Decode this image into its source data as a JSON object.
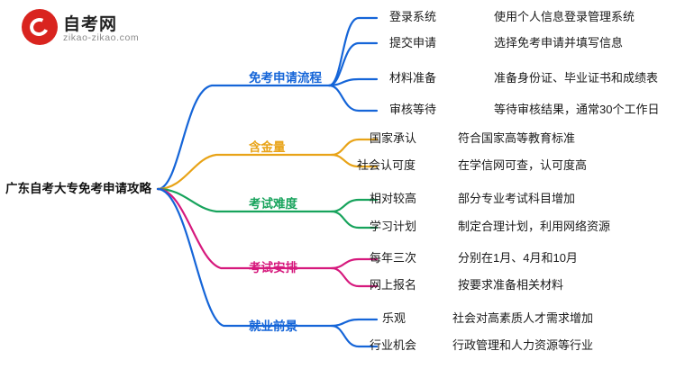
{
  "logo": {
    "brand": "自考网",
    "domain": "zikao-zikao.com",
    "mark": "swoosh-circle-icon"
  },
  "mindmap": {
    "root": "广东自考大专免考申请攻略",
    "branches": [
      {
        "label": "免考申请流程",
        "color": "#1565d8",
        "children": [
          {
            "label": "登录系统",
            "detail": "使用个人信息登录管理系统"
          },
          {
            "label": "提交申请",
            "detail": "选择免考申请并填写信息"
          },
          {
            "label": "材料准备",
            "detail": "准备身份证、毕业证书和成绩表"
          },
          {
            "label": "审核等待",
            "detail": "等待审核结果，通常30个工作日"
          }
        ]
      },
      {
        "label": "含金量",
        "color": "#e8a317",
        "children": [
          {
            "label": "国家承认",
            "detail": "符合国家高等教育标准"
          },
          {
            "label": "社会认可度",
            "detail": "在学信网可查，认可度高"
          }
        ]
      },
      {
        "label": "考试难度",
        "color": "#17a35c",
        "children": [
          {
            "label": "相对较高",
            "detail": "部分专业考试科目增加"
          },
          {
            "label": "学习计划",
            "detail": "制定合理计划，利用网络资源"
          }
        ]
      },
      {
        "label": "考试安排",
        "color": "#d6197d",
        "children": [
          {
            "label": "每年三次",
            "detail": "分别在1月、4月和10月"
          },
          {
            "label": "网上报名",
            "detail": "按要求准备相关材料"
          }
        ]
      },
      {
        "label": "就业前景",
        "color": "#1565d8",
        "children": [
          {
            "label": "乐观",
            "detail": "社会对高素质人才需求增加"
          },
          {
            "label": "行业机会",
            "detail": "行政管理和人力资源等行业"
          }
        ]
      }
    ]
  }
}
